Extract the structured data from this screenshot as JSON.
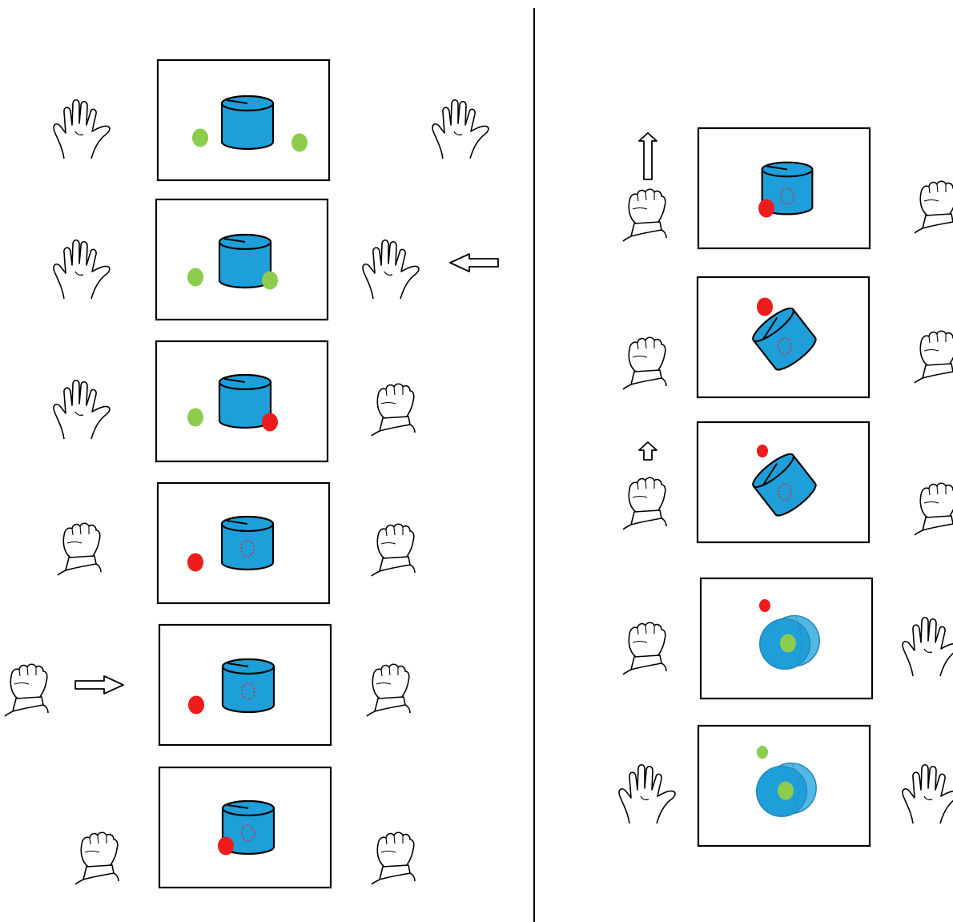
{
  "colors": {
    "cylinder_fill": "#1e9fd9",
    "cylinder_light": "#52b8e6",
    "marker_active": "#ee1c1c",
    "marker_inactive": "#8dcc4d",
    "frame_stroke": "#000000",
    "inner_ring": "#ee1c1c"
  },
  "icons": {
    "open_hand": "open-hand-icon",
    "closed_fist": "fist-icon",
    "arrow": "outline-arrow-icon"
  },
  "left_sequence": {
    "steps": [
      {
        "left_hand": "open",
        "right_hand": "open",
        "cylinder_pose": "upright",
        "markers": [
          "green",
          "green"
        ]
      },
      {
        "left_hand": "open",
        "right_hand": "open",
        "cylinder_pose": "upright",
        "markers": [
          "green",
          "green"
        ],
        "motion": "left"
      },
      {
        "left_hand": "open",
        "right_hand": "fist",
        "cylinder_pose": "upright",
        "markers": [
          "green",
          "red"
        ]
      },
      {
        "left_hand": "fist",
        "right_hand": "fist",
        "cylinder_pose": "upright",
        "markers": [
          "red"
        ]
      },
      {
        "left_hand": "fist",
        "right_hand": "fist",
        "cylinder_pose": "upright",
        "markers": [
          "red"
        ],
        "motion": "right"
      },
      {
        "left_hand": "fist",
        "right_hand": "fist",
        "cylinder_pose": "upright",
        "markers": [
          "red"
        ]
      }
    ]
  },
  "right_sequence": {
    "steps": [
      {
        "left_hand": "fist",
        "right_hand": "fist",
        "cylinder_pose": "upright",
        "markers": [
          "red"
        ],
        "motion": "up"
      },
      {
        "left_hand": "fist",
        "right_hand": "fist",
        "cylinder_pose": "tilted",
        "markers": [
          "red"
        ]
      },
      {
        "left_hand": "fist",
        "right_hand": "fist",
        "cylinder_pose": "tilted",
        "markers": [
          "red"
        ],
        "motion": "up-small"
      },
      {
        "left_hand": "fist",
        "right_hand": "open",
        "cylinder_pose": "top-down",
        "markers": [
          "red",
          "green"
        ]
      },
      {
        "left_hand": "open",
        "right_hand": "open",
        "cylinder_pose": "top-down",
        "markers": [
          "green",
          "green"
        ]
      }
    ]
  }
}
